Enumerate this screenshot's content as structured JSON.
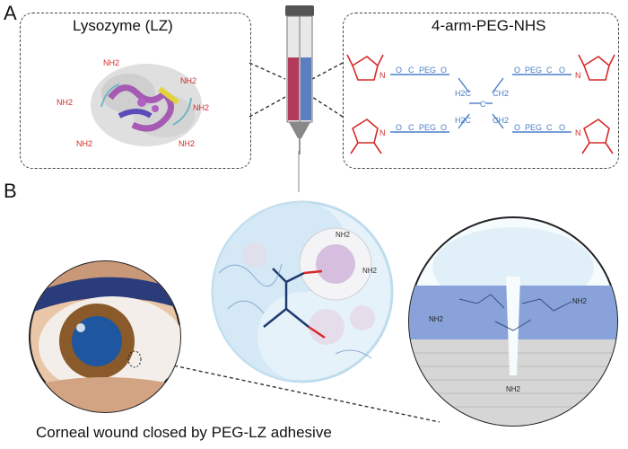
{
  "panels": {
    "a": "A",
    "b": "B"
  },
  "lysozyme": {
    "title": "Lysozyme (LZ)",
    "amine": "NH2"
  },
  "peg": {
    "title": "4-arm-PEG-NHS",
    "left_top": [
      "O",
      "C",
      "PEG",
      "O"
    ],
    "left_bottom": [
      "O",
      "C",
      "PEG",
      "O"
    ],
    "right_top": [
      "O",
      "PEG",
      "C",
      "O"
    ],
    "right_bottom": [
      "O",
      "PEG",
      "C",
      "O"
    ],
    "core": [
      "H2C",
      "CH2",
      "C",
      "H2C",
      "CH2"
    ],
    "n_label": "N",
    "o_label": "O"
  },
  "yinyang_labels": [
    "NH2",
    "NH2"
  ],
  "zoom_labels": [
    "NH2",
    "NH2",
    "NH2"
  ],
  "caption": "Corneal wound closed by PEG-LZ adhesive",
  "colors": {
    "nhs_red": "#d62a2a",
    "peg_blue": "#4a7ec8",
    "hydrogel": "#bfdcee",
    "iris": "#8a5a2b",
    "pupil": "#1e56a0"
  }
}
